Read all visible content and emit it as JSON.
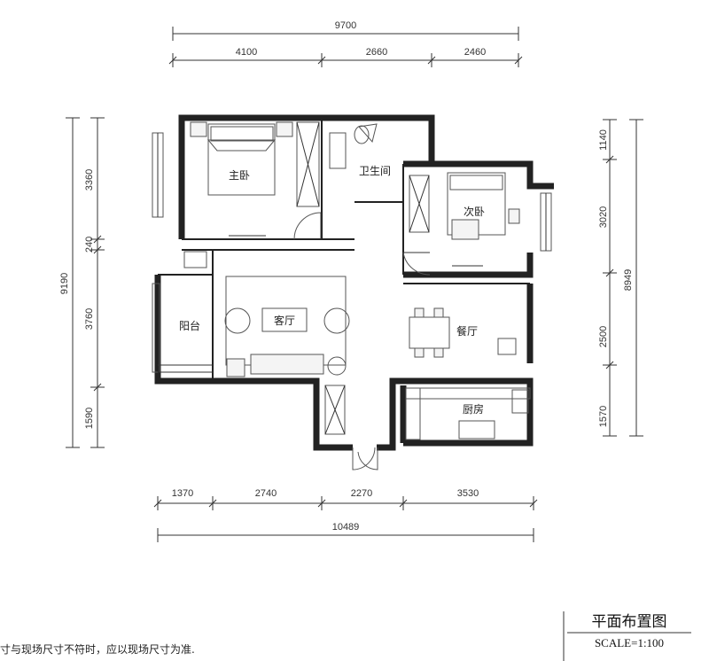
{
  "dimensions": {
    "top_total": "9700",
    "top_segments": [
      "4100",
      "2660",
      "2460"
    ],
    "bottom_total": "10489",
    "bottom_segments": [
      "1370",
      "2740",
      "2270",
      "3530"
    ],
    "left_total": "9190",
    "left_segments": [
      "3360",
      "240",
      "3760",
      "1590"
    ],
    "right_total": "8949",
    "right_segments": [
      "1140",
      "3020",
      "2500",
      "1570"
    ]
  },
  "rooms": {
    "master_bedroom": "主卧",
    "bathroom": "卫生间",
    "second_bedroom": "次卧",
    "balcony": "阳台",
    "living_room": "客厅",
    "dining_room": "餐厅",
    "kitchen": "厨房"
  },
  "title_block": {
    "title": "平面布置图",
    "scale": "SCALE=1:100"
  },
  "note": "寸与现场尺寸不符时，应以现场尺寸为准.",
  "colors": {
    "wall": "#222222",
    "line": "#333333",
    "furniture": "#555555"
  }
}
